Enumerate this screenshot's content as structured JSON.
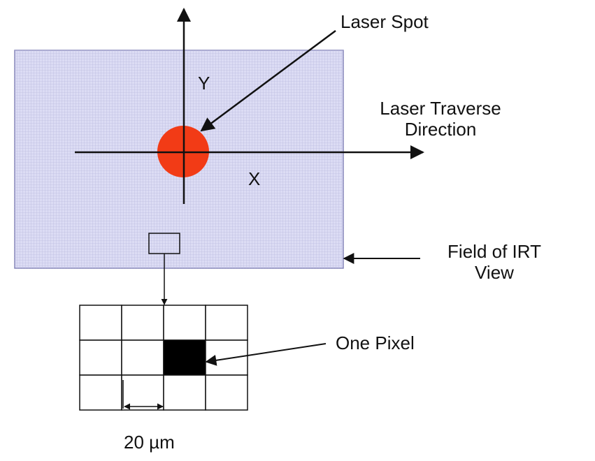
{
  "labels": {
    "laser_spot": "Laser Spot",
    "y_axis": "Y",
    "x_axis": "X",
    "traverse_line1": "Laser Traverse",
    "traverse_line2": "Direction",
    "irt_line1": "Field of IRT",
    "irt_line2": "View",
    "one_pixel": "One Pixel",
    "scale_value": "20 ",
    "scale_unit": "µm"
  },
  "colors": {
    "field_fill": "#dcdcf4",
    "field_border": "#8585b9",
    "field_grid": "#bcbce0",
    "laser_spot": "#f23b16",
    "lines": "#111111",
    "pixel_fill": "#000000"
  },
  "pixel_grid": {
    "rows": 3,
    "cols": 4,
    "highlighted_cell": {
      "row": 1,
      "col": 2
    }
  }
}
